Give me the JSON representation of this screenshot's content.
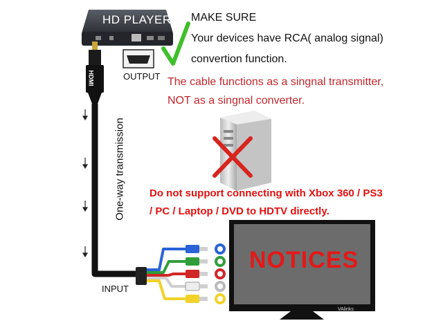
{
  "player": {
    "title": "HD PLAYER",
    "output_label": "OUTPUT"
  },
  "make_sure": {
    "heading": "MAKE SURE",
    "line1": "Your devices have RCA( analog signal)",
    "line2": "convertion function."
  },
  "cable_note": {
    "line1": "The cable functions as a singnal transmitter,",
    "line2": "NOT as a singnal converter."
  },
  "warning": {
    "line1": "Do not support connecting with Xbox 360 / PS3",
    "line2": "/ PC / Laptop / DVD to HDTV directly."
  },
  "cable": {
    "transmission_label": "One-way transmission",
    "plug_label": "HDMI",
    "input_label": "INPUT"
  },
  "tv": {
    "screen_text": "NOTICES",
    "brand": "VAlinks"
  },
  "colors": {
    "red_text": "#c0262b",
    "warning_red": "#e01010",
    "check_green": "#3fbf2a",
    "tv_screen": "#6c6c6c",
    "rca_blue": "#2a63d8",
    "rca_green": "#2f9e3a",
    "rca_red": "#d22626",
    "rca_white": "#e8e8e8",
    "rca_yellow": "#f2d22a"
  },
  "icons": [
    "checkmark-icon",
    "cross-icon",
    "computer-tower-icon",
    "down-arrow-icon"
  ]
}
